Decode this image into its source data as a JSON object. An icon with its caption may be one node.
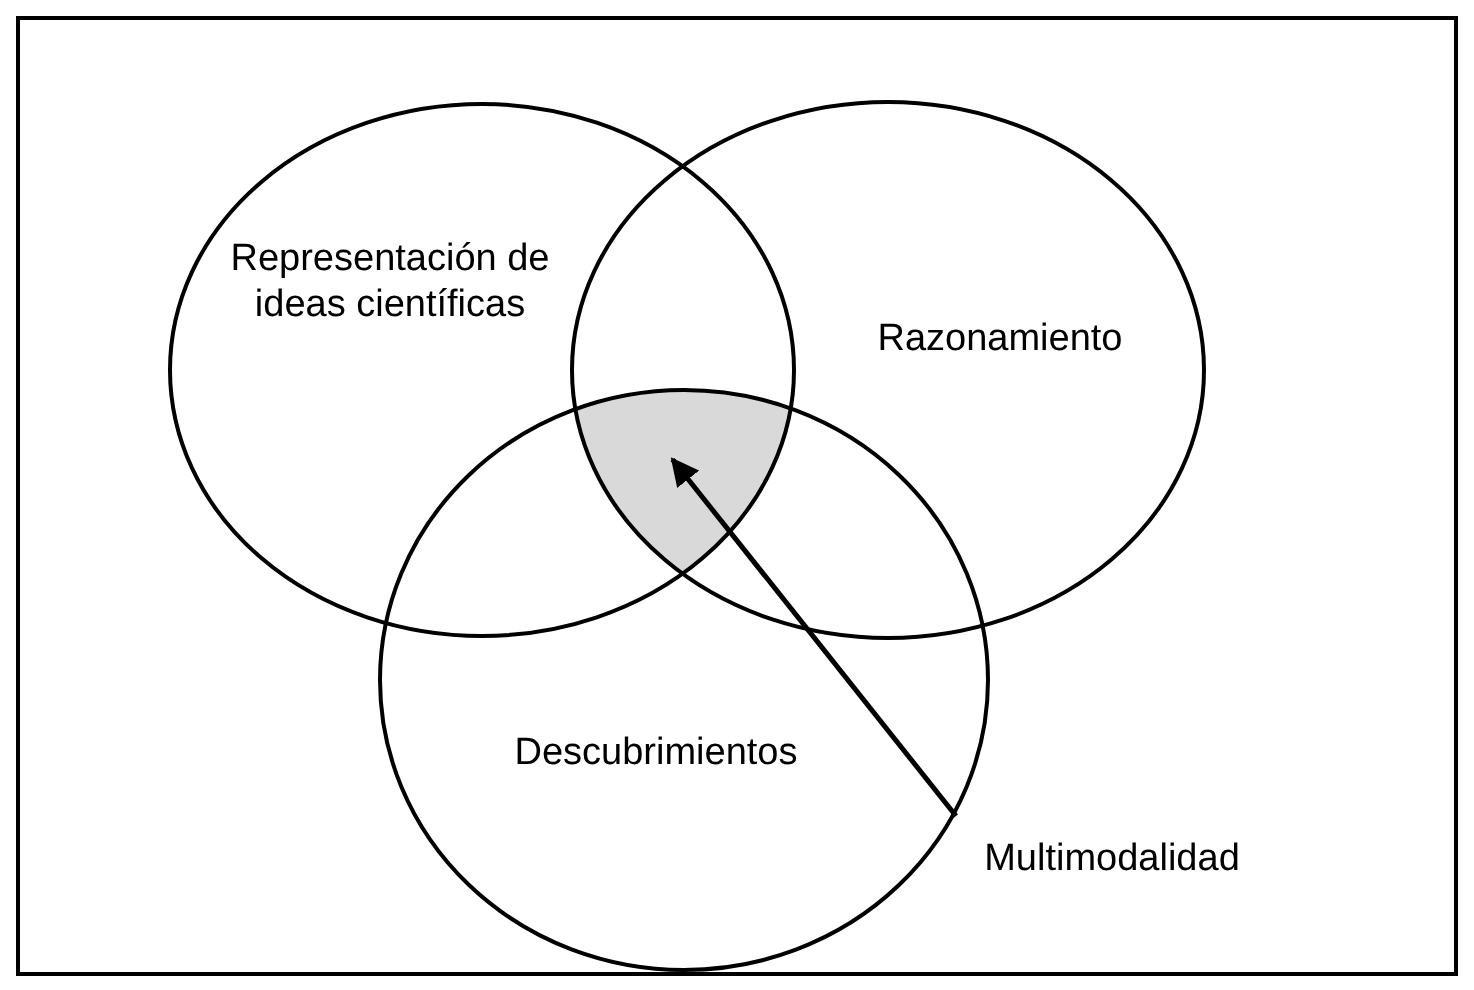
{
  "diagram": {
    "nodes": [
      {
        "text": [
          "Representación de ideas científicas"
        ]
      },
      {
        "text": [
          "Razonamiento"
        ]
      },
      {
        "text": [
          "Descubrimientos"
        ]
      },
      {
        "text": [],
        "shape": "region"
      },
      {
        "text": [
          "Multimodalidad"
        ]
      }
    ],
    "edges": [
      {
        "from": 4,
        "to": 3,
        "arrow": "to"
      }
    ]
  }
}
